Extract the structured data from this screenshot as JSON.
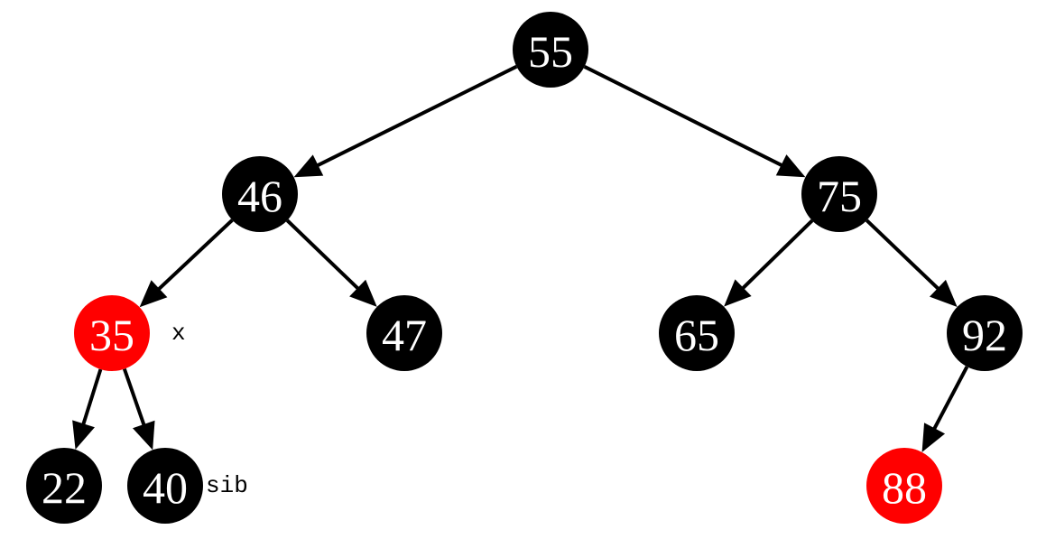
{
  "colors": {
    "black_node": "#000000",
    "red_node": "#ff0000",
    "value_text": "#ffffff",
    "edge": "#000000",
    "tag_text": "#000000"
  },
  "nodes": {
    "n55": {
      "value": "55",
      "color": "black"
    },
    "n46": {
      "value": "46",
      "color": "black"
    },
    "n75": {
      "value": "75",
      "color": "black"
    },
    "n35": {
      "value": "35",
      "color": "red",
      "tag": "x"
    },
    "n47": {
      "value": "47",
      "color": "black"
    },
    "n65": {
      "value": "65",
      "color": "black"
    },
    "n92": {
      "value": "92",
      "color": "black"
    },
    "n22": {
      "value": "22",
      "color": "black"
    },
    "n40": {
      "value": "40",
      "color": "black",
      "tag": "sib"
    },
    "n88": {
      "value": "88",
      "color": "red"
    }
  },
  "edges": [
    [
      "n55",
      "n46"
    ],
    [
      "n55",
      "n75"
    ],
    [
      "n46",
      "n35"
    ],
    [
      "n46",
      "n47"
    ],
    [
      "n75",
      "n65"
    ],
    [
      "n75",
      "n92"
    ],
    [
      "n35",
      "n22"
    ],
    [
      "n35",
      "n40"
    ],
    [
      "n92",
      "n88"
    ]
  ]
}
